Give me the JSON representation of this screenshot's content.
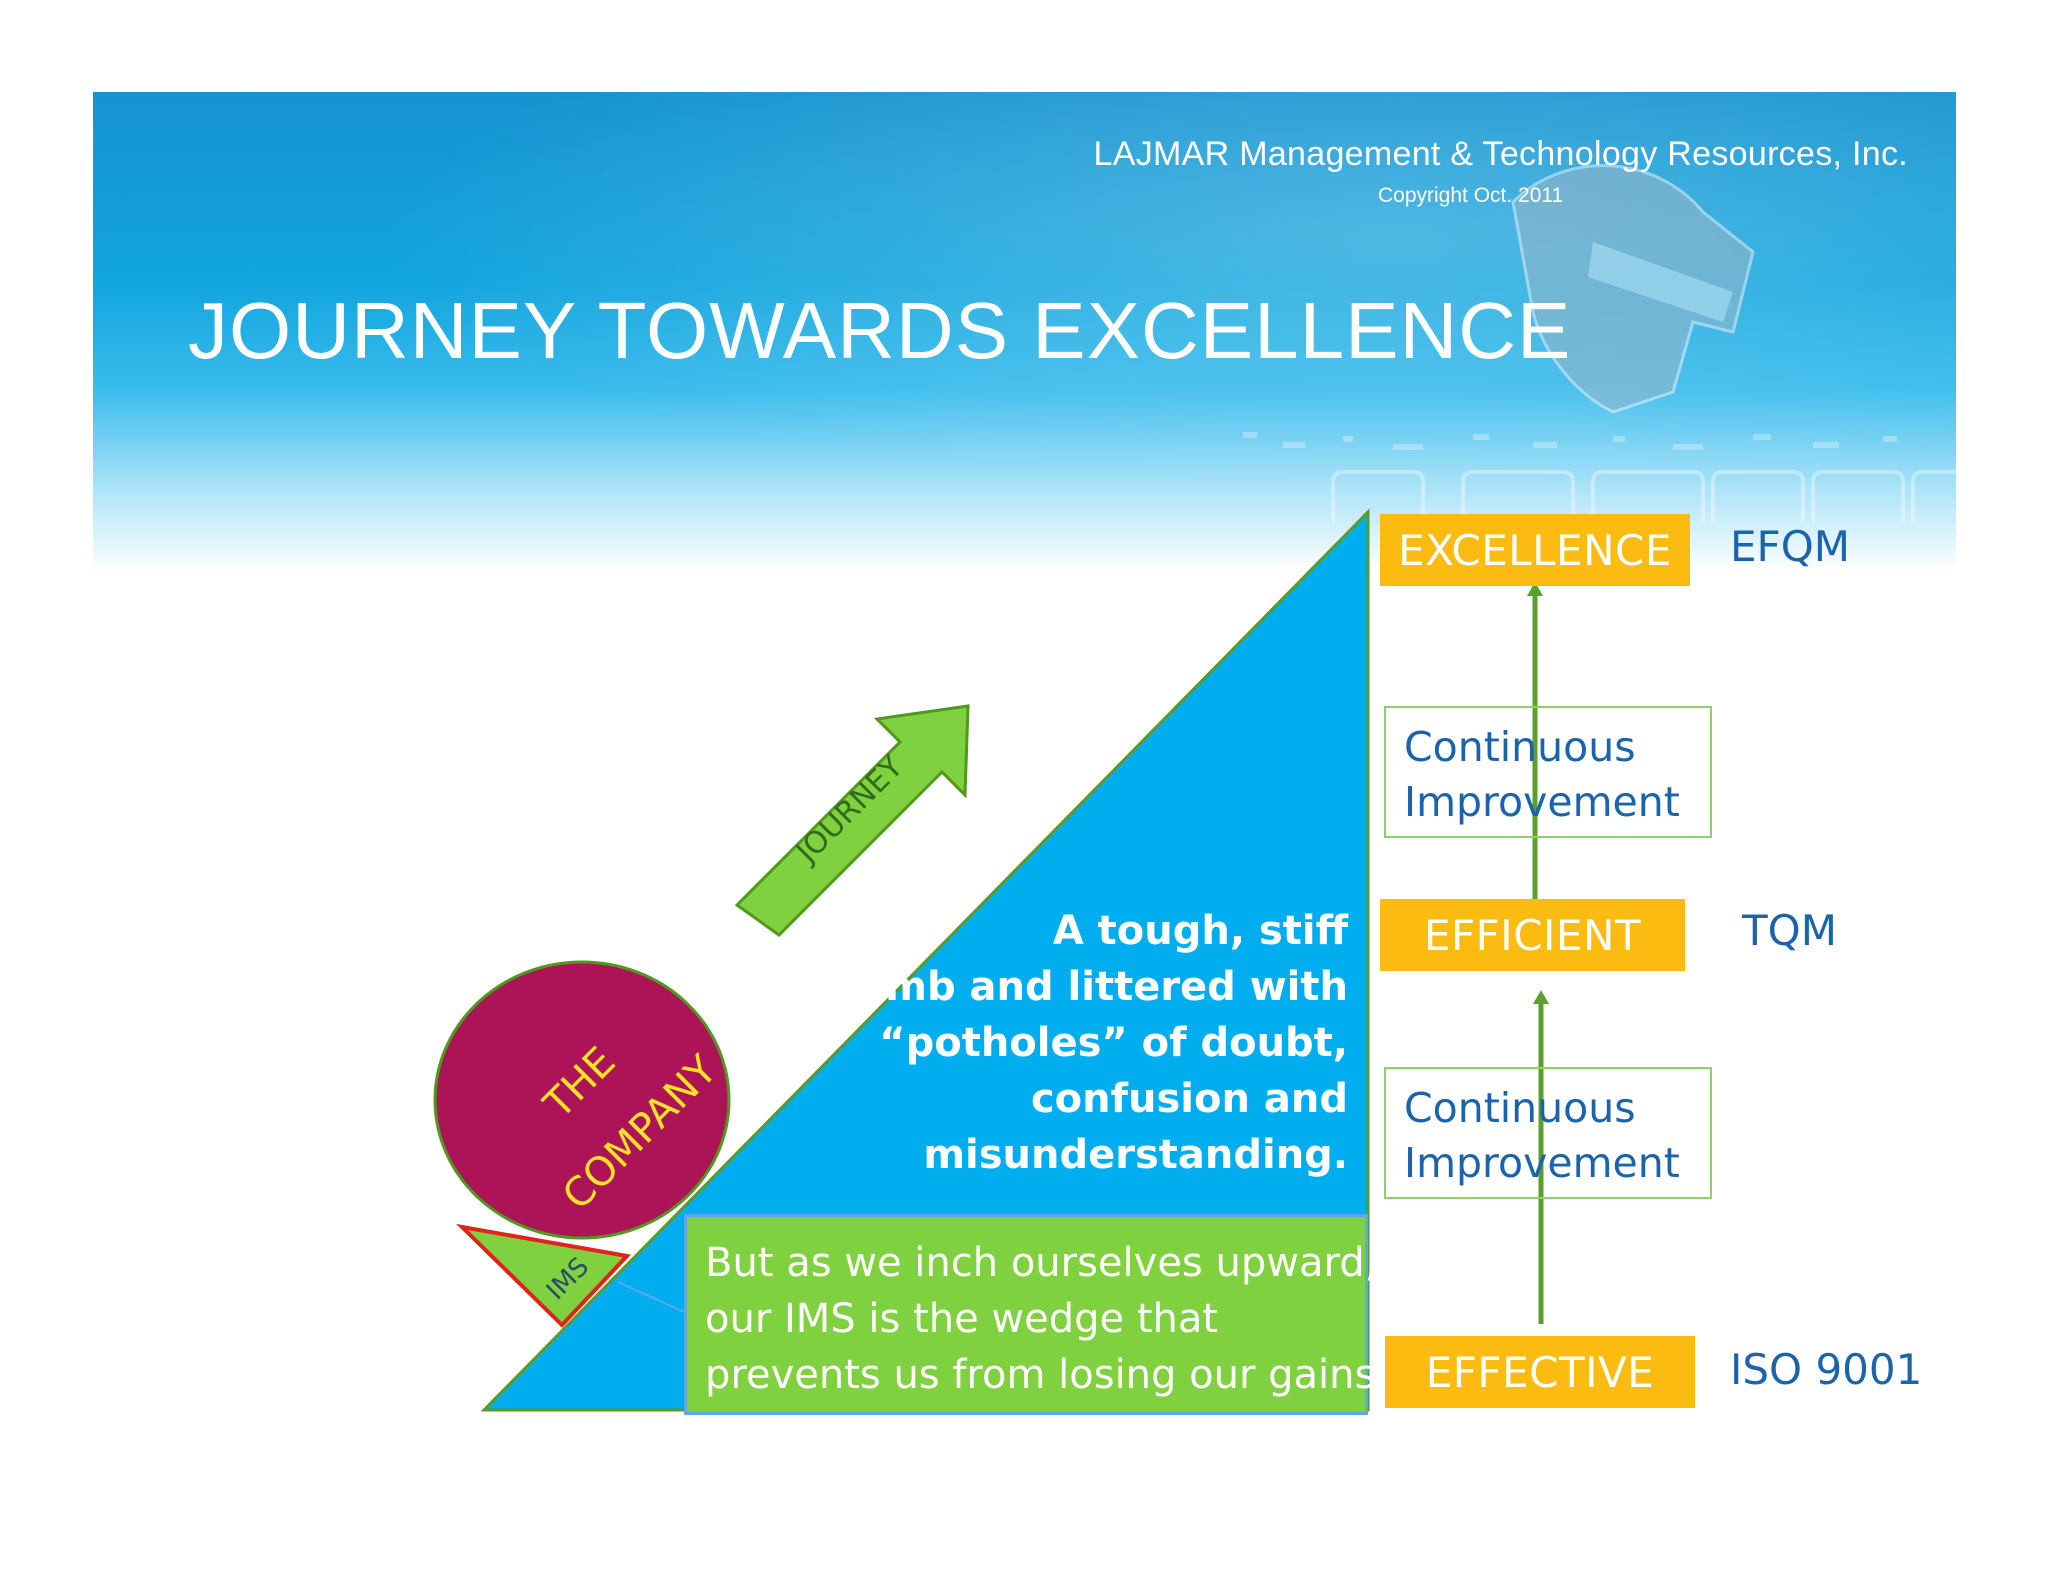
{
  "header": {
    "company": "LAJMAR Management & Technology Resources, Inc.",
    "copyright": "Copyright Oct. 2011",
    "title": "JOURNEY TOWARDS EXCELLENCE"
  },
  "diagram": {
    "journey_arrow_label": "JOURNEY",
    "company_circle": {
      "line1": "THE",
      "line2": "COMPANY"
    },
    "wedge_label": "IMS",
    "climb_text": [
      "A  tough, stiff",
      "climb and littered with",
      "“potholes” of doubt,",
      "confusion and",
      "misunderstanding."
    ],
    "wedge_text": [
      "But as we inch ourselves upward,",
      "our IMS is the wedge that",
      "prevents us from losing our gains."
    ],
    "stages": {
      "excellence": "EXCELLENCE",
      "efficient": "EFFICIENT",
      "effective": "EFFECTIVE"
    },
    "standards": {
      "excellence": "EFQM",
      "efficient": "TQM",
      "effective": "ISO 9001"
    },
    "continuous_upper": {
      "line1": "Continuous",
      "line2": "Improvement"
    },
    "continuous_lower": {
      "line1": "Continuous",
      "line2": "Improvement"
    }
  },
  "colors": {
    "banner": "#12a5de",
    "triangle": "#00aeef",
    "stage_box": "#fbbb10",
    "green": "#80d13f",
    "company_circle": "#ad1457",
    "label_yellow": "#f6e22b",
    "standard_text": "#1a64ad"
  }
}
